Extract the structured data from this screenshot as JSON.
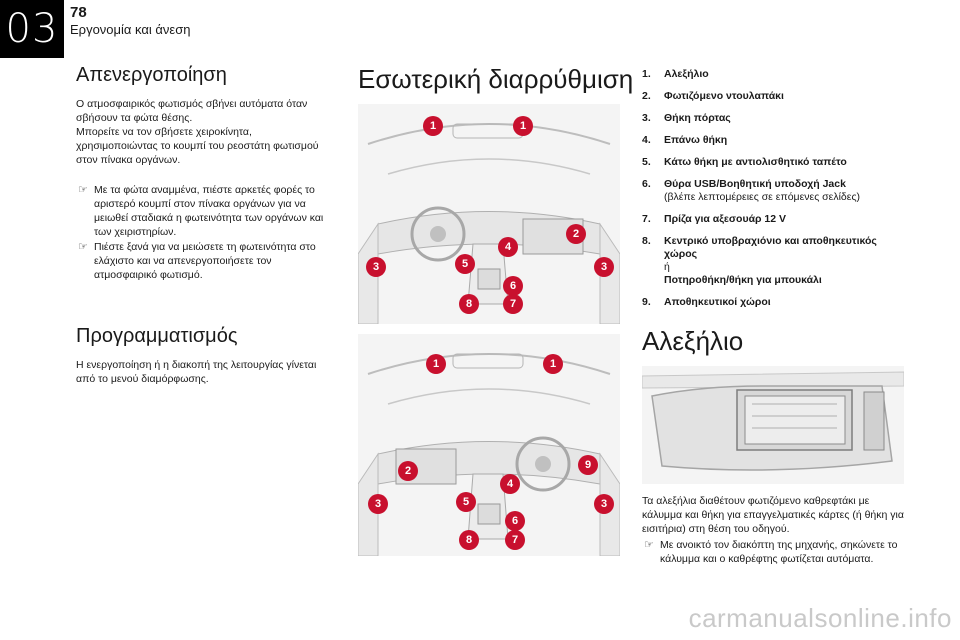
{
  "header": {
    "chapter_number": "03",
    "page_number": "78",
    "chapter_title": "Εργονομία και άνεση"
  },
  "left_column": {
    "deactivation": {
      "title": "Απενεργοποίηση",
      "paragraph1": "Ο ατμοσφαιρικός φωτισμός σβήνει αυτόματα όταν σβήσουν τα φώτα θέσης.",
      "paragraph2": "Μπορείτε να τον σβήσετε χειροκίνητα, χρησιμοποιώντας το κουμπί του ρεοστάτη φωτισμού στον πίνακα οργάνων.",
      "bullets": [
        "Με τα φώτα αναμμένα, πιέστε αρκετές φορές το αριστερό κουμπί στον πίνακα οργάνων για να μειωθεί σταδιακά η φωτεινότητα των οργάνων και των χειριστηρίων.",
        "Πιέστε ξανά για να μειώσετε τη φωτεινότητα στο ελάχιστο και να απενεργοποιήσετε τον ατμοσφαιρικό φωτισμό."
      ]
    },
    "programming": {
      "title": "Προγραμματισμός",
      "paragraph": "Η ενεργοποίηση ή η διακοπή της λειτουργίας γίνεται από το μενού διαμόρφωσης."
    }
  },
  "middle_column": {
    "title": "Εσωτερική διαρρύθμιση",
    "diagram_top_markers": [
      "1",
      "1",
      "2",
      "3",
      "4",
      "5",
      "6",
      "7",
      "8",
      "3"
    ],
    "diagram_bottom_markers": [
      "1",
      "1",
      "2",
      "3",
      "4",
      "5",
      "6",
      "7",
      "8",
      "9",
      "3"
    ]
  },
  "right_column": {
    "list": [
      {
        "num": "1.",
        "label": "Αλεξήλιο",
        "sub": "",
        "label2": ""
      },
      {
        "num": "2.",
        "label": "Φωτιζόμενο ντουλαπάκι",
        "sub": "",
        "label2": ""
      },
      {
        "num": "3.",
        "label": "Θήκη πόρτας",
        "sub": "",
        "label2": ""
      },
      {
        "num": "4.",
        "label": "Επάνω θήκη",
        "sub": "",
        "label2": ""
      },
      {
        "num": "5.",
        "label": "Κάτω θήκη με αντιολισθητικό ταπέτο",
        "sub": "",
        "label2": ""
      },
      {
        "num": "6.",
        "label": "Θύρα USB/Βοηθητική υποδοχή Jack",
        "sub": "(βλέπε λεπτομέρειες σε επόμενες σελίδες)",
        "label2": ""
      },
      {
        "num": "7.",
        "label": "Πρίζα για αξεσουάρ 12 V",
        "sub": "",
        "label2": ""
      },
      {
        "num": "8.",
        "label": "Κεντρικό υποβραχιόνιο και αποθηκευτικός χώρος",
        "sub": "ή",
        "label2": "Ποτηροθήκη/θήκη για μπουκάλι"
      },
      {
        "num": "9.",
        "label": "Αποθηκευτικοί χώροι",
        "sub": "",
        "label2": ""
      }
    ],
    "sunvisor": {
      "title": "Αλεξήλιο",
      "paragraph": "Τα αλεξήλια διαθέτουν φωτιζόμενο καθρεφτάκι με κάλυμμα και θήκη για επαγγελματικές κάρτες (ή θήκη για εισιτήρια) στη θέση του οδηγού.",
      "bullet": "Με ανοικτό τον διακόπτη της μηχανής, σηκώνετε το κάλυμμα και ο καθρέφτης φωτίζεται αυτόματα."
    }
  },
  "watermark": "carmanualsonline.info",
  "colors": {
    "marker": "#c8102e",
    "tab": "#000000"
  }
}
